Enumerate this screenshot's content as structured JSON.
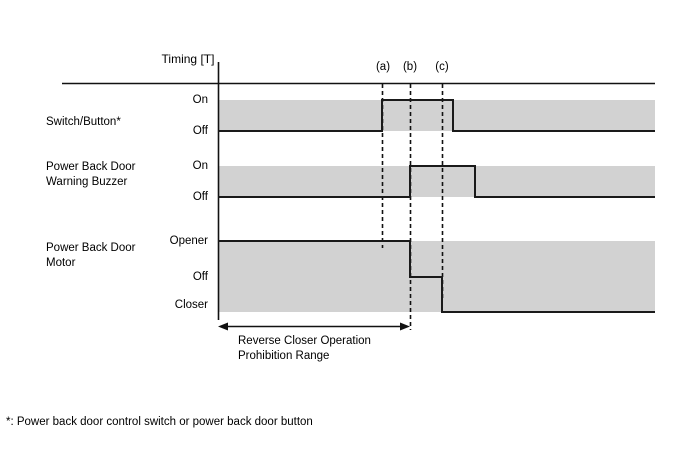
{
  "figure": {
    "axis_title": "Timing [T]",
    "footnote": "*: Power back door control switch or power back door button",
    "range_label_line1": "Reverse Closer Operation",
    "range_label_line2": "Prohibition Range",
    "band_color": "#d2d2d2",
    "line_color": "#1a1a1a"
  },
  "time_markers": [
    {
      "id": "a",
      "label": "(a)",
      "x": 382
    },
    {
      "id": "b",
      "label": "(b)",
      "x": 410
    },
    {
      "id": "c",
      "label": "(c)",
      "x": 442
    }
  ],
  "signals": [
    {
      "name": "Switch/Button*",
      "name_lines": [
        "Switch/Button*"
      ],
      "states": [
        "On",
        "Off"
      ],
      "initial_state": "Off",
      "transitions": [
        {
          "at": "(a)",
          "to": "On"
        },
        {
          "at": "after (c)",
          "to": "Off"
        }
      ]
    },
    {
      "name": "Power Back Door Warning Buzzer",
      "name_lines": [
        "Power Back Door",
        "Warning Buzzer"
      ],
      "states": [
        "On",
        "Off"
      ],
      "initial_state": "Off",
      "transitions": [
        {
          "at": "(b)",
          "to": "On"
        },
        {
          "at": "after (c)",
          "to": "Off"
        }
      ]
    },
    {
      "name": "Power Back Door Motor",
      "name_lines": [
        "Power Back Door",
        "Motor"
      ],
      "states": [
        "Opener",
        "Off",
        "Closer"
      ],
      "initial_state": "Opener",
      "transitions": [
        {
          "at": "(b)",
          "to": "Off"
        },
        {
          "at": "(c)",
          "to": "Closer"
        }
      ]
    }
  ],
  "chart_data": {
    "type": "line",
    "title": "Timing [T]",
    "xlabel": "",
    "ylabel": "",
    "x": [
      218,
      382,
      410,
      442,
      453,
      475,
      655
    ],
    "x_tick_labels": [
      "(a)",
      "(b)",
      "(c)"
    ],
    "x_tick_positions": [
      382,
      410,
      442
    ],
    "grid": false,
    "legend": "none",
    "series": [
      {
        "name": "Switch/Button*",
        "levels": [
          "On",
          "Off"
        ],
        "steps": [
          {
            "x": 218,
            "state": "Off"
          },
          {
            "x": 382,
            "state": "On"
          },
          {
            "x": 453,
            "state": "Off"
          },
          {
            "x": 655,
            "state": "Off"
          }
        ]
      },
      {
        "name": "Power Back Door Warning Buzzer",
        "levels": [
          "On",
          "Off"
        ],
        "steps": [
          {
            "x": 218,
            "state": "Off"
          },
          {
            "x": 410,
            "state": "On"
          },
          {
            "x": 475,
            "state": "Off"
          },
          {
            "x": 655,
            "state": "Off"
          }
        ]
      },
      {
        "name": "Power Back Door Motor",
        "levels": [
          "Opener",
          "Off",
          "Closer"
        ],
        "steps": [
          {
            "x": 218,
            "state": "Opener"
          },
          {
            "x": 410,
            "state": "Off"
          },
          {
            "x": 442,
            "state": "Closer"
          },
          {
            "x": 655,
            "state": "Closer"
          }
        ]
      }
    ],
    "annotations": [
      {
        "type": "range-arrow",
        "text": "Reverse Closer Operation Prohibition Range",
        "from_x": 218,
        "to_x": 410
      }
    ]
  }
}
